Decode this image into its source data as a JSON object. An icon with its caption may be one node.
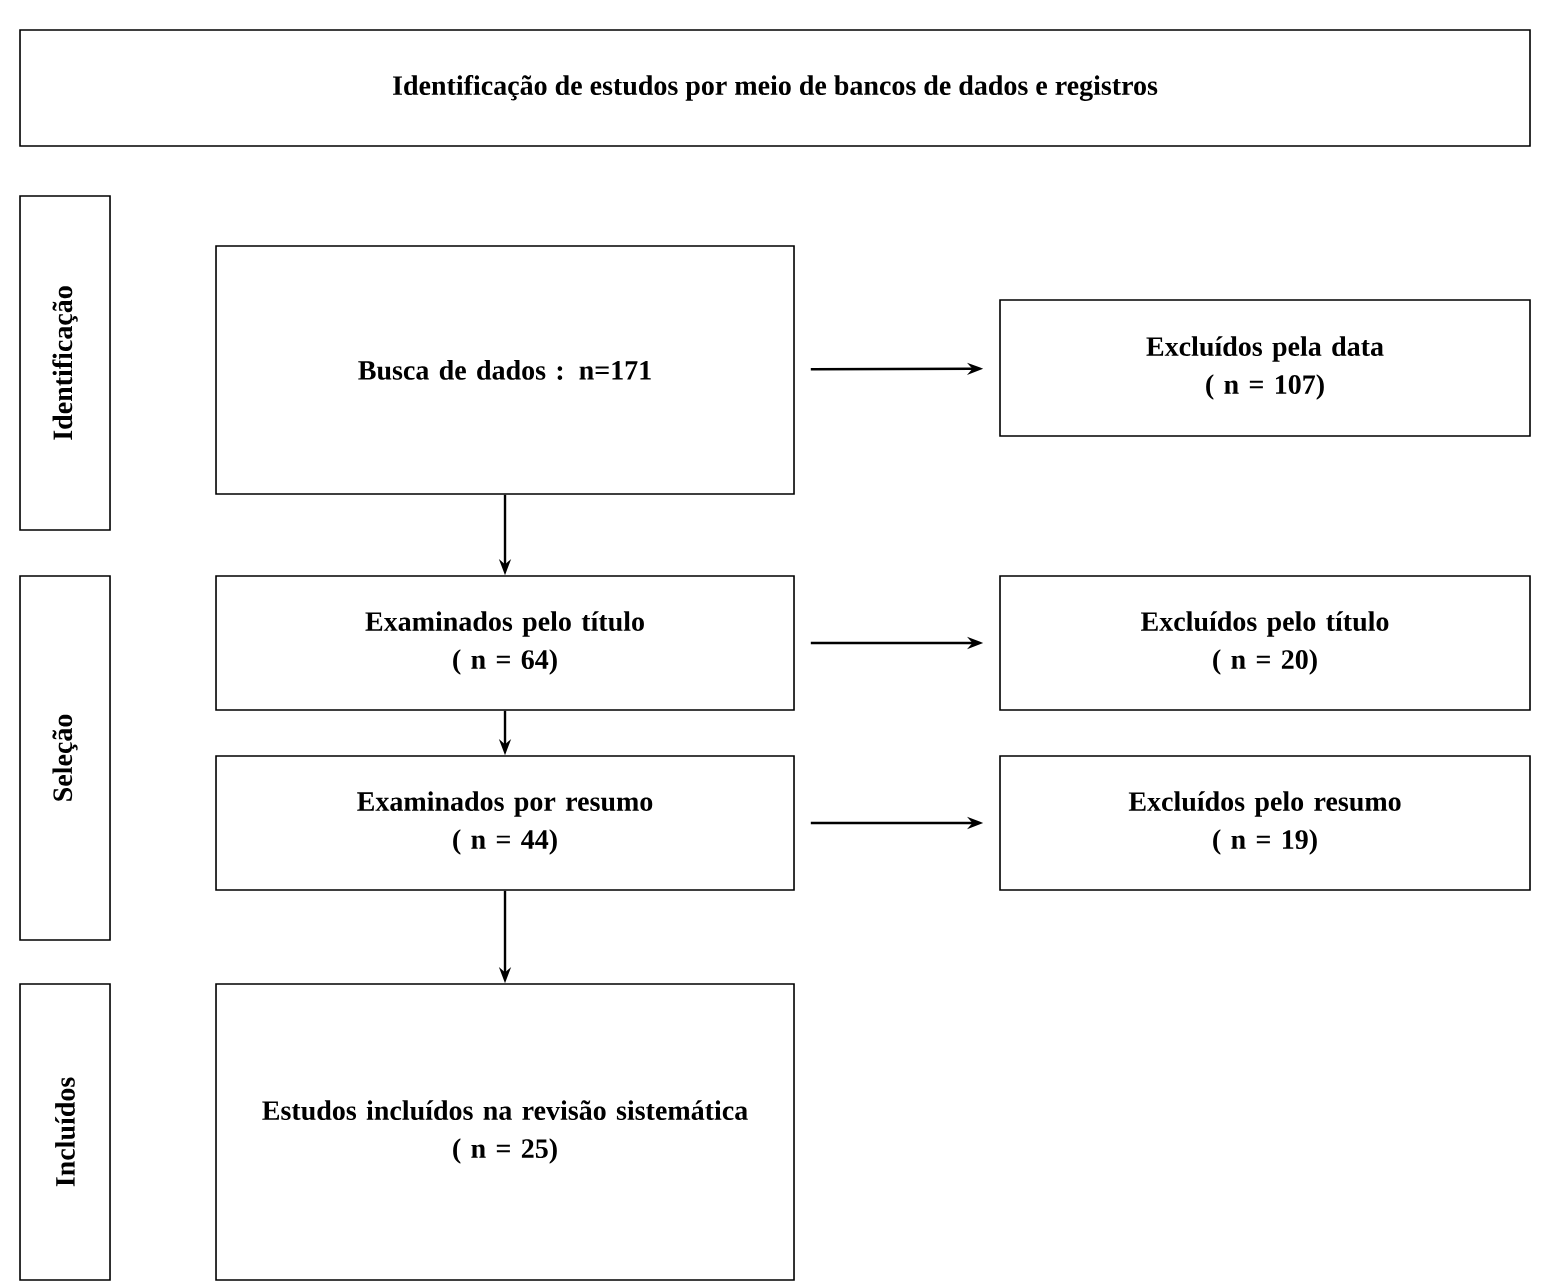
{
  "diagram": {
    "title": "Identificação de estudos por meio de bancos de dados e registros",
    "nodes": [
      {
        "text": [
          "Identificação"
        ]
      },
      {
        "text": [
          "Seleção"
        ]
      },
      {
        "text": [
          "Incluídos"
        ]
      },
      {
        "text": [
          "Busca de dados : n=171"
        ]
      },
      {
        "text": [
          "Excluídos pela data",
          "( n = 107)"
        ]
      },
      {
        "text": [
          "Examinados pelo título",
          "( n = 64)"
        ]
      },
      {
        "text": [
          "Excluídos pelo título",
          "( n = 20)"
        ]
      },
      {
        "text": [
          "Examinados por resumo",
          "( n = 44)"
        ]
      },
      {
        "text": [
          "Excluídos pelo resumo",
          "( n = 19)"
        ]
      },
      {
        "text": [
          "Estudos incluídos na revisão sistemática",
          "( n = 25)"
        ]
      }
    ],
    "edges": [
      {
        "from": 3,
        "to": 4,
        "arrow": "to"
      },
      {
        "from": 3,
        "to": 5,
        "arrow": "to"
      },
      {
        "from": 5,
        "to": 6,
        "arrow": "to"
      },
      {
        "from": 5,
        "to": 7,
        "arrow": "to"
      },
      {
        "from": 7,
        "to": 8,
        "arrow": "to"
      },
      {
        "from": 7,
        "to": 9,
        "arrow": "to"
      }
    ]
  }
}
